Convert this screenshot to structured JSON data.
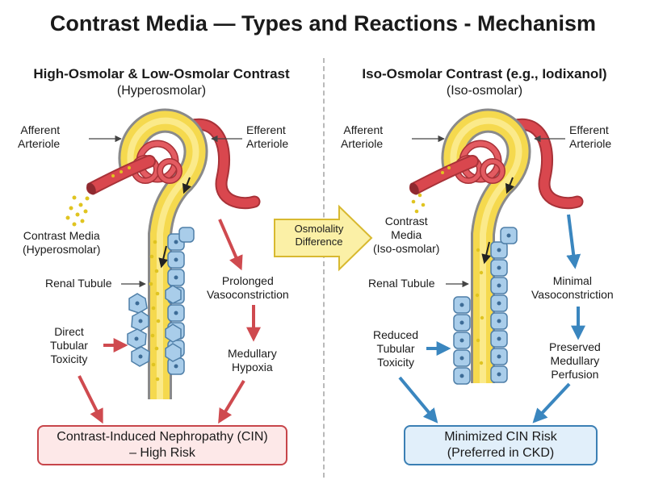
{
  "title": "Contrast Media — Types and Reactions - Mechanism",
  "left": {
    "heading": "High-Osmolar & Low-Osmolar Contrast",
    "subheading": "(Hyperosmolar)",
    "afferent_line1": "Afferent",
    "afferent_line2": "Arteriole",
    "efferent_line1": "Efferent",
    "efferent_line2": "Arteriole",
    "media_line1": "Contrast Media",
    "media_line2": "(Hyperosmolar)",
    "tubule": "Renal Tubule",
    "toxicity_line1": "Direct",
    "toxicity_line2": "Tubular",
    "toxicity_line3": "Toxicity",
    "vaso_line1": "Prolonged",
    "vaso_line2": "Vasoconstriction",
    "hypoxia_line1": "Medullary",
    "hypoxia_line2": "Hypoxia",
    "outcome_line1": "Contrast-Induced Nephropathy (CIN)",
    "outcome_line2": "– High Risk"
  },
  "middle": {
    "line1": "Osmolality",
    "line2": "Difference"
  },
  "right": {
    "heading": "Iso-Osmolar Contrast (e.g., Iodixanol)",
    "subheading": "(Iso-osmolar)",
    "afferent_line1": "Afferent",
    "afferent_line2": "Arteriole",
    "efferent_line1": "Efferent",
    "efferent_line2": "Arteriole",
    "media_line1": "Contrast",
    "media_line2": "Media",
    "media_line3": "(Iso-osmolar)",
    "tubule": "Renal Tubule",
    "toxicity_line1": "Reduced",
    "toxicity_line2": "Tubular",
    "toxicity_line3": "Toxicity",
    "vaso_line1": "Minimal",
    "vaso_line2": "Vasoconstriction",
    "perfusion_line1": "Preserved",
    "perfusion_line2": "Medullary",
    "perfusion_line3": "Perfusion",
    "outcome_line1": "Minimized CIN Risk",
    "outcome_line2": "(Preferred in CKD)"
  },
  "colors": {
    "vessel": "#d9474e",
    "tubule": "#f5d94e",
    "cell_blue": "#a9cdea",
    "arrow_red": "#cf4a4f",
    "arrow_blue": "#3a86bf",
    "contrast_dots": "#e0c420",
    "middle_arrow": "#fbf0a6"
  }
}
